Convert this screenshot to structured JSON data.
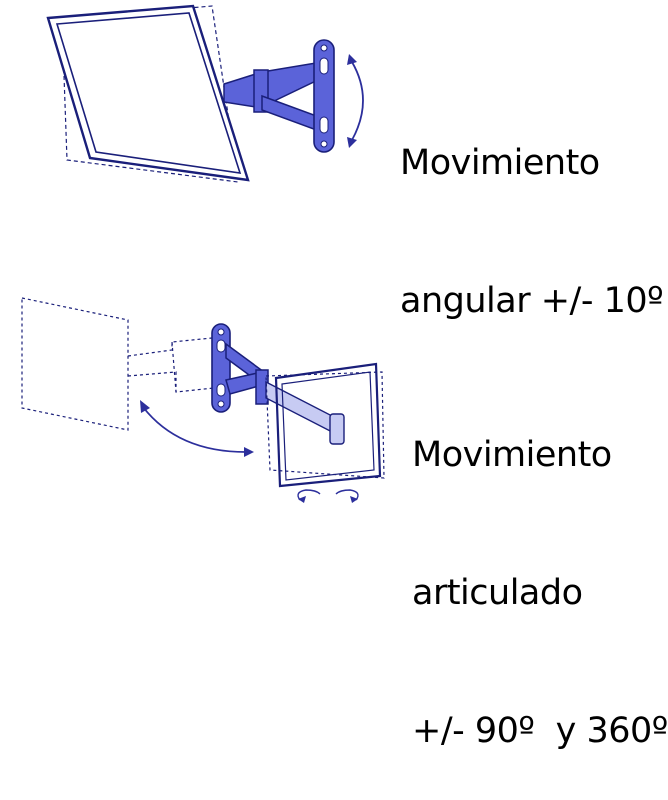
{
  "colors": {
    "mount": "#5b63d9",
    "mount_dark": "#2c2f9c",
    "outline": "#1a1f7a",
    "text": "#000000",
    "background": "#ffffff"
  },
  "captions": [
    {
      "lines": [
        "Movimiento",
        "angular +/- 10º"
      ]
    },
    {
      "lines": [
        "Movimiento",
        "articulado",
        "+/- 90º  y 360º"
      ]
    }
  ]
}
